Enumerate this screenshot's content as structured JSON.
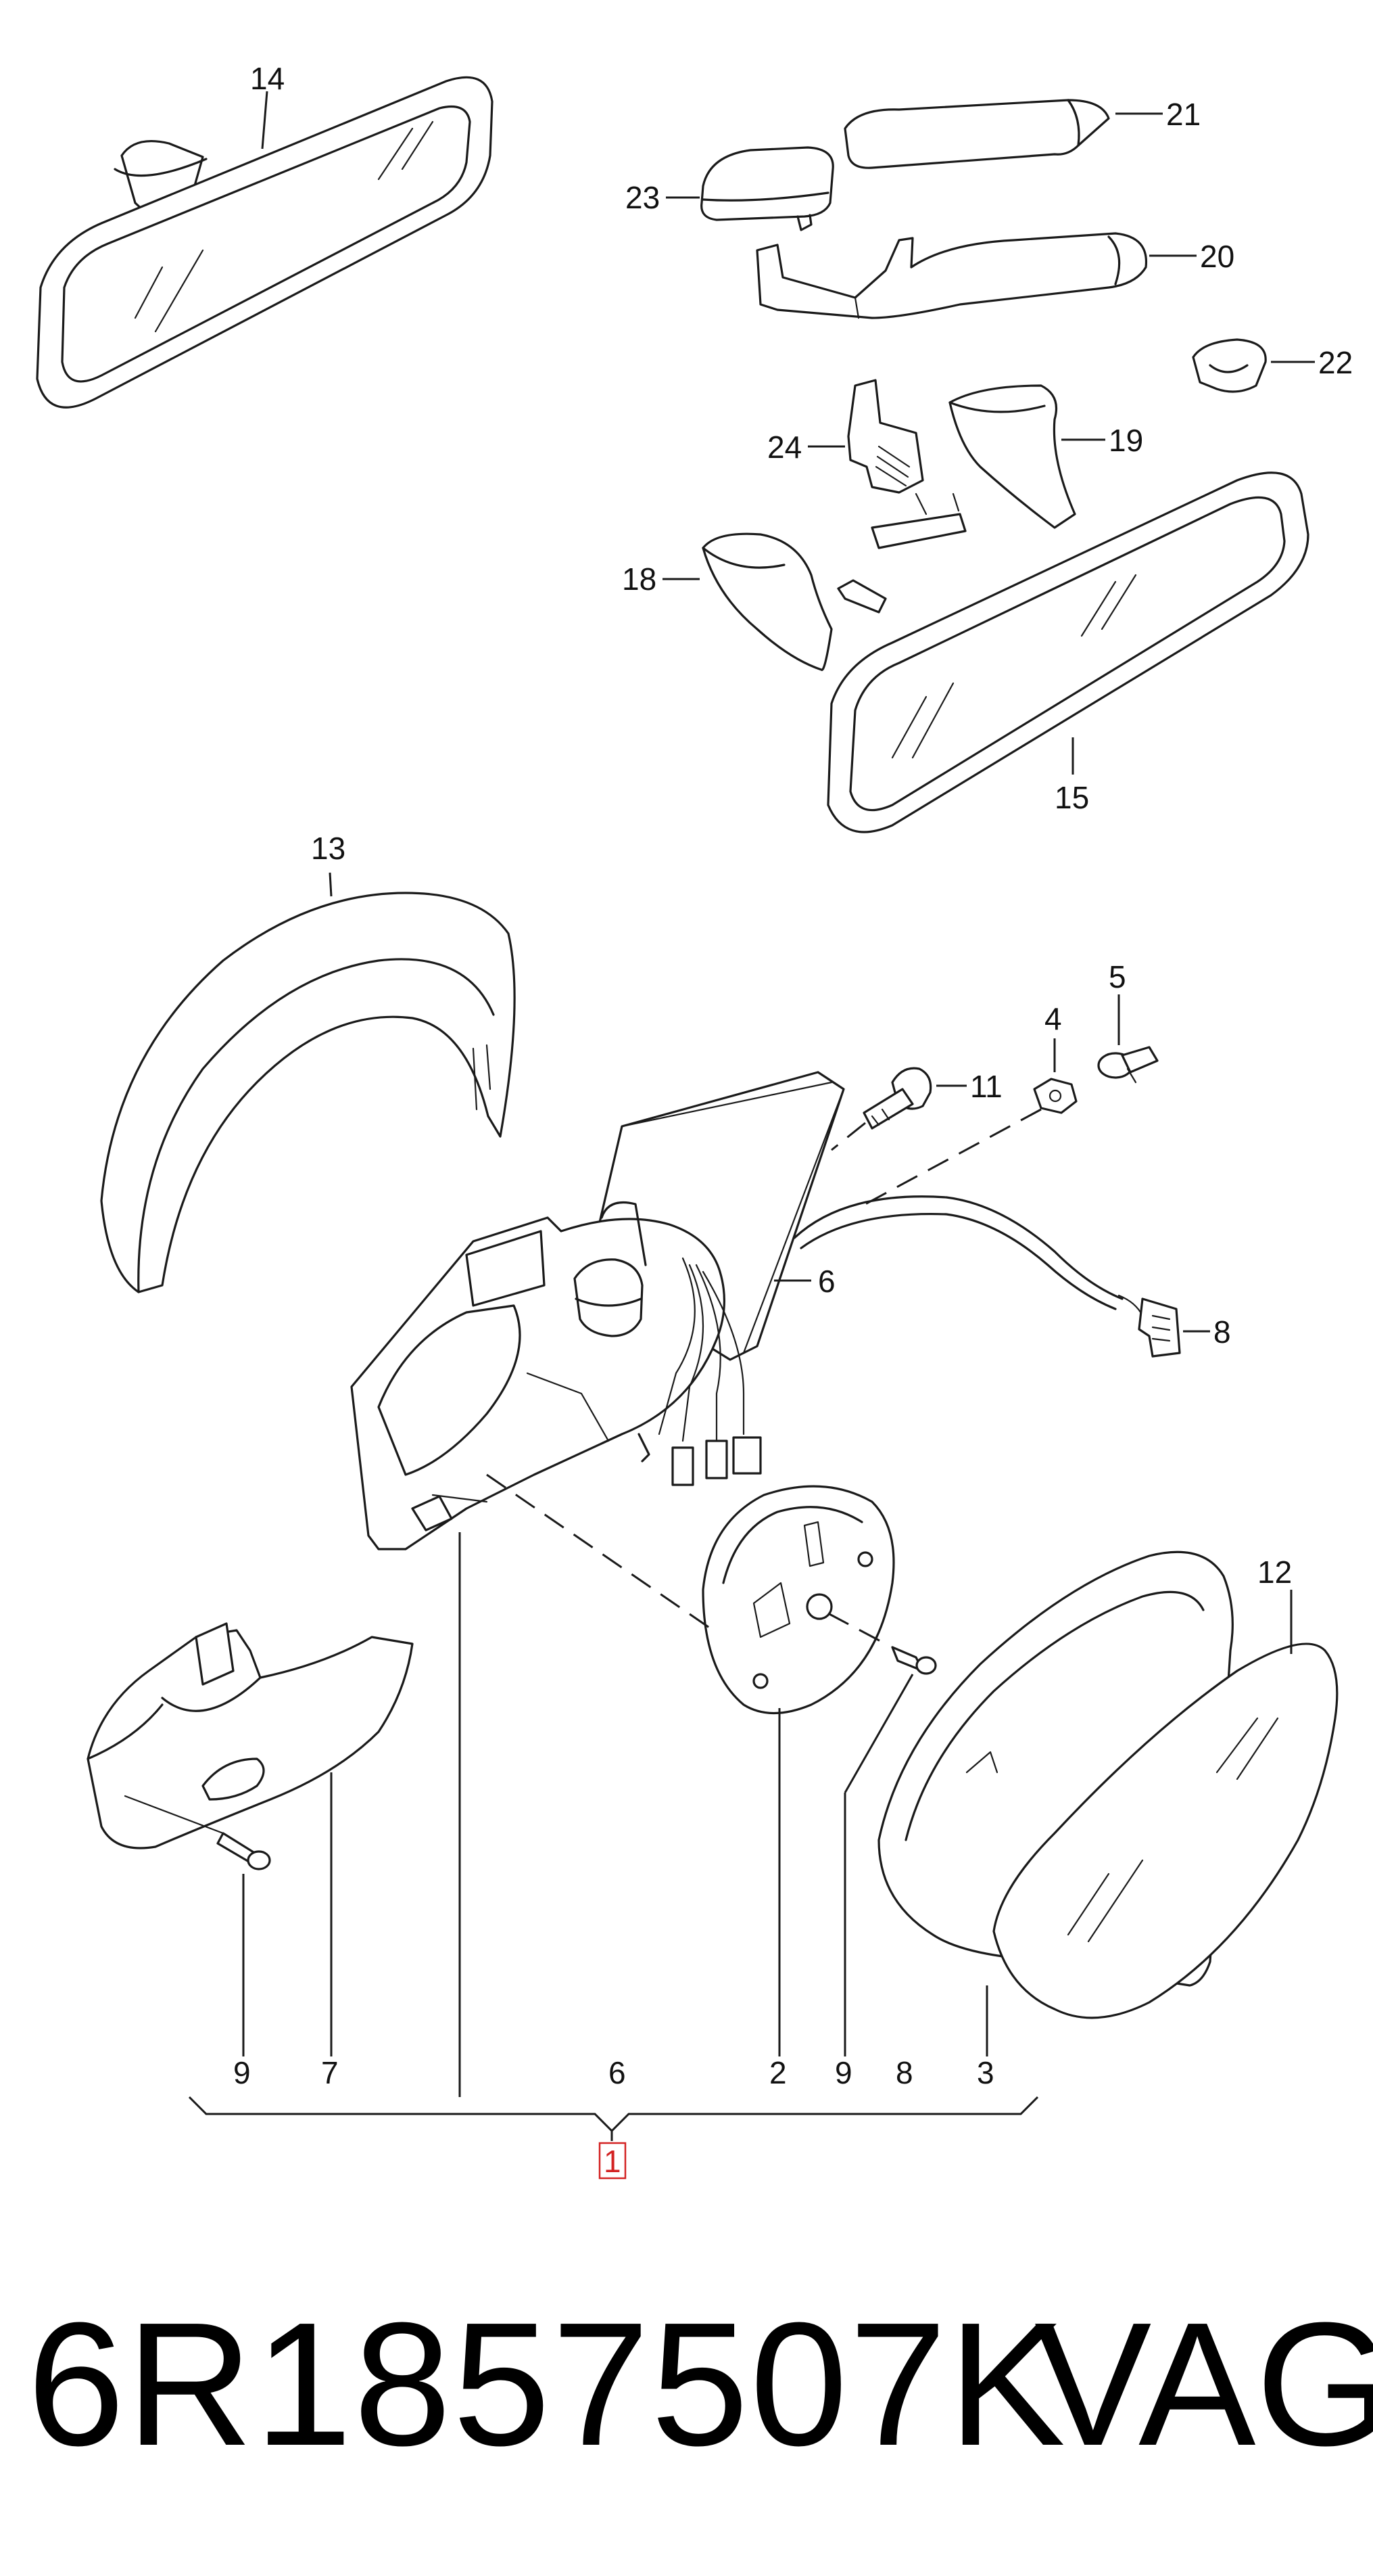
{
  "callouts": {
    "c14": "14",
    "c21": "21",
    "c23": "23",
    "c20": "20",
    "c22": "22",
    "c24": "24",
    "c19": "19",
    "c18": "18",
    "c15": "15",
    "c13": "13",
    "c4": "4",
    "c5": "5",
    "c11": "11",
    "c6": "6",
    "c8": "8",
    "c12": "12"
  },
  "bottom_row": {
    "b9a": "9",
    "b7": "7",
    "b6": "6",
    "b2": "2",
    "b9b": "9",
    "b8": "8",
    "b3": "3"
  },
  "assembly_label": "1",
  "part_number": "6R1857507K",
  "brand": "VAG",
  "colors": {
    "assembly_box": "#d32222",
    "line": "#1a1a1a"
  }
}
